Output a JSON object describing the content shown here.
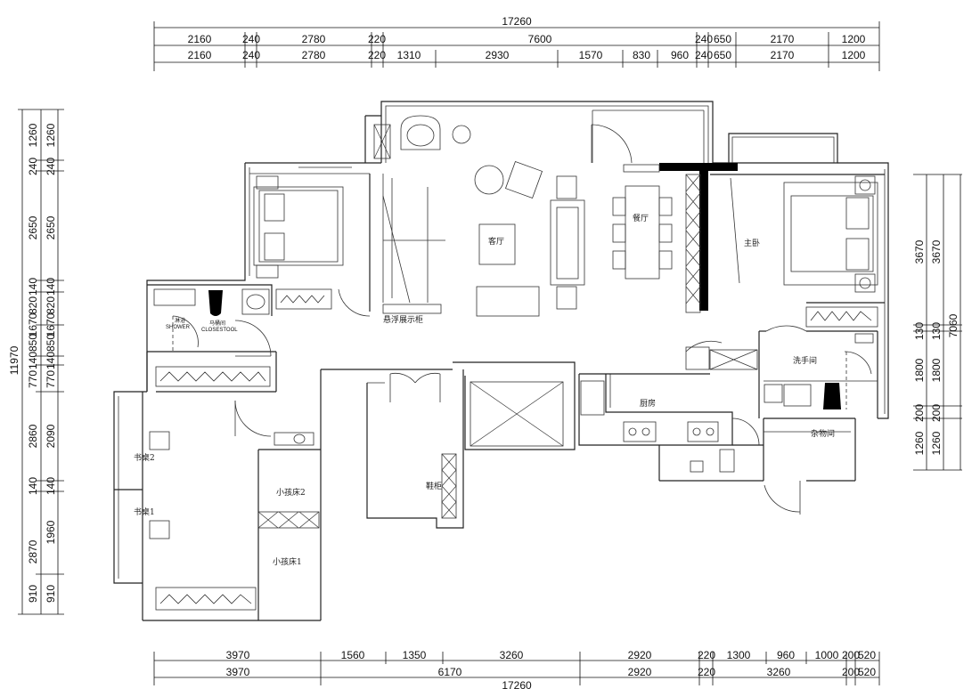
{
  "dimensions": {
    "top_total": "17260",
    "top_row1": [
      "2160",
      "240",
      "2780",
      "220",
      "7600",
      "240",
      "650",
      "2170",
      "1200"
    ],
    "top_row2": [
      "2160",
      "240",
      "2780",
      "220",
      "1310",
      "2930",
      "1570",
      "830",
      "960",
      "240",
      "650",
      "2170",
      "1200"
    ],
    "bottom_total": "17260",
    "bottom_row1": [
      "3970",
      "1560",
      "1350",
      "3260",
      "2920",
      "220",
      "1300",
      "960",
      "1000",
      "200",
      "520"
    ],
    "bottom_row2": [
      "3970",
      "6170",
      "2920",
      "220",
      "3260",
      "200",
      "520"
    ],
    "left_total": "11970",
    "left_row1": [
      "1260",
      "240",
      "2650",
      "140",
      "820",
      "1670",
      "850",
      "140",
      "140",
      "770",
      "2860",
      "140",
      "2870",
      "910"
    ],
    "left_row2": [
      "1260",
      "240",
      "2650",
      "140",
      "820",
      "1670",
      "850",
      "140",
      "140",
      "770",
      "2090",
      "140",
      "1960",
      "910"
    ],
    "right_total": "7060",
    "right_row1": [
      "3670",
      "130",
      "1800",
      "200",
      "1260"
    ],
    "right_row2": [
      "3670",
      "130",
      "1800",
      "200",
      "1260"
    ]
  },
  "rooms": {
    "living": "客厅",
    "dining": "餐厅",
    "master": "主卧",
    "kitchen": "厨房",
    "powder": "洗手间",
    "storage": "杂物间",
    "display_cabinet": "悬浮展示柜",
    "shoe_cabinet": "鞋柜",
    "desk1": "书桌1",
    "desk2": "书桌2",
    "kid_bed1": "小孩床1",
    "kid_bed2": "小孩床2",
    "shower_cn": "淋浴",
    "shower_en": "SHOWER",
    "closestool_cn": "马桶间",
    "closestool_en": "CLOSESTOOL"
  }
}
